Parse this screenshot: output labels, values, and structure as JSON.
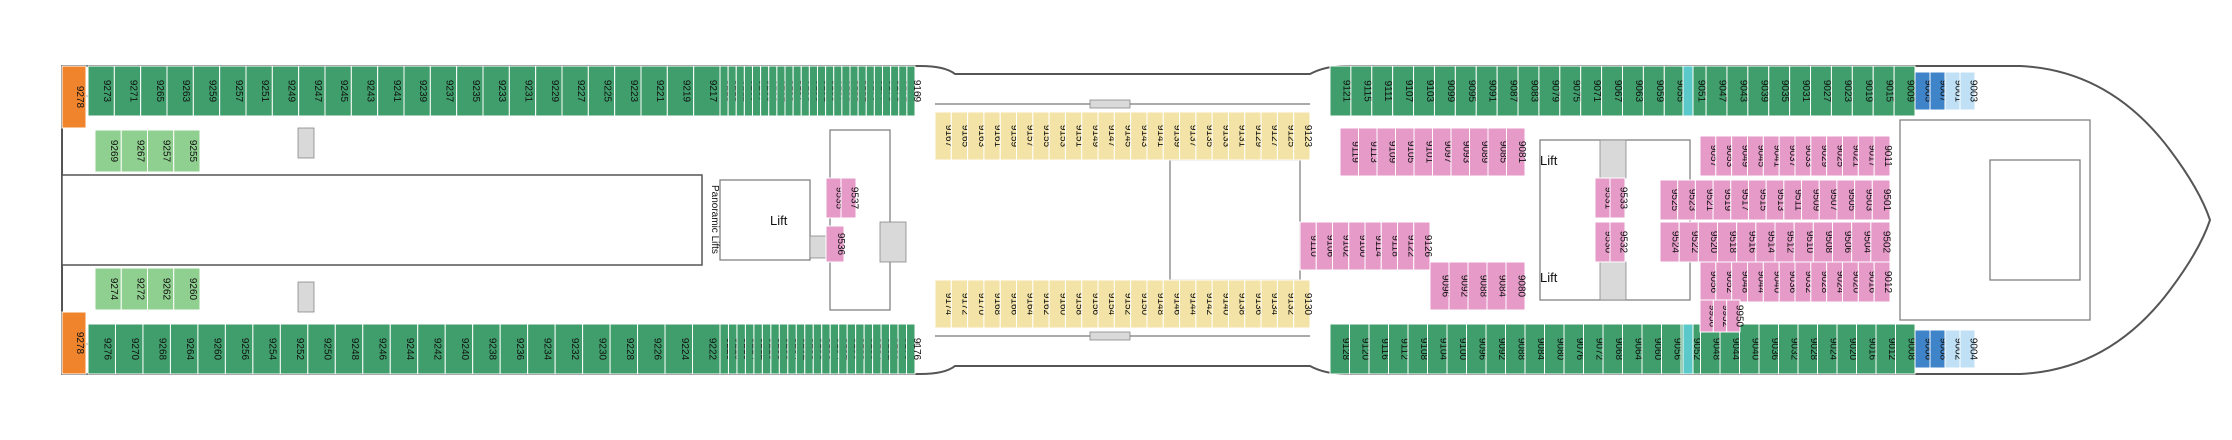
{
  "colors": {
    "green": "#3f9e6b",
    "green_light": "#8fcf8f",
    "yellow": "#f3e3a6",
    "pink": "#e59ac8",
    "orange": "#f0842c",
    "blue": "#3f84c9",
    "blue_light": "#bfe0f5",
    "teal": "#5bc9c9",
    "grey": "#8a8a8a"
  },
  "labels": {
    "panoramic_lifts": "Panoramic Lifts",
    "lift_a": "Lift",
    "lift_b": "Lift",
    "lift_c": "Lift"
  },
  "cabins": {
    "top_outer": [
      "9273",
      "9271",
      "9265",
      "9263",
      "9259",
      "9257",
      "9251",
      "9249",
      "9247",
      "9245",
      "9243",
      "9241",
      "9239",
      "9237",
      "9235",
      "9233",
      "9231",
      "9229",
      "9227",
      "9225",
      "9223",
      "9221",
      "9219",
      "9217",
      "9215",
      "9213",
      "9211",
      "9209",
      "9207",
      "9205",
      "9203",
      "9201",
      "9199",
      "9197",
      "9195",
      "9193",
      "9191",
      "9189",
      "9187",
      "9185",
      "9183",
      "9181",
      "9179",
      "9177",
      "9175",
      "9173",
      "9171",
      "9169"
    ],
    "top_outer_end": "9278",
    "top_inner_small": [
      "9269",
      "9267",
      "9257",
      "9255"
    ],
    "bottom_outer": [
      "9278",
      "9276",
      "9270",
      "9268",
      "9264",
      "9260",
      "9256",
      "9254",
      "9252",
      "9250",
      "9248",
      "9246",
      "9244",
      "9242",
      "9240",
      "9238",
      "9236",
      "9234",
      "9232",
      "9230",
      "9228",
      "9226",
      "9224",
      "9222",
      "9220",
      "9218",
      "9216",
      "9214",
      "9212",
      "9210",
      "9208",
      "9206",
      "9204",
      "9202",
      "9200",
      "9198",
      "9196",
      "9194",
      "9192",
      "9190",
      "9188",
      "9186",
      "9184",
      "9182",
      "9180",
      "9178",
      "9176"
    ],
    "bottom_inner_small": [
      "9274",
      "9272",
      "9262",
      "9260"
    ],
    "mid_top_yellow": [
      "9167",
      "9165",
      "9163",
      "9161",
      "9159",
      "9157",
      "9155",
      "9153",
      "9151",
      "9149",
      "9147",
      "9145",
      "9143",
      "9141",
      "9139",
      "9137",
      "9135",
      "9133",
      "9131",
      "9129",
      "9127",
      "9125",
      "9123"
    ],
    "mid_bottom_yellow": [
      "9174",
      "9172",
      "9170",
      "9168",
      "9166",
      "9164",
      "9162",
      "9160",
      "9158",
      "9156",
      "9154",
      "9152",
      "9150",
      "9148",
      "9146",
      "9144",
      "9142",
      "9140",
      "9138",
      "9136",
      "9134",
      "9132",
      "9130"
    ],
    "mid_center_pink": [
      "9535",
      "9537",
      "9536"
    ],
    "fwd_top_outer": [
      "9121",
      "9115",
      "9111",
      "9107",
      "9103",
      "9099",
      "9095",
      "9091",
      "9087",
      "9083",
      "9079",
      "9075",
      "9071",
      "9067",
      "9063",
      "9059",
      "9055",
      "9051",
      "9047",
      "9043",
      "9039",
      "9035",
      "9031",
      "9027",
      "9023",
      "9019",
      "9015",
      "9009"
    ],
    "fwd_bottom_outer": [
      "9128",
      "9120",
      "9116",
      "9112",
      "9108",
      "9104",
      "9100",
      "9096",
      "9092",
      "9088",
      "9084",
      "9080",
      "9076",
      "9072",
      "9068",
      "9064",
      "9060",
      "9056",
      "9052",
      "9048",
      "9044",
      "9040",
      "9036",
      "9032",
      "9028",
      "9024",
      "9020",
      "9016",
      "9012",
      "9008"
    ],
    "fwd_blue_top": [
      "9005",
      "9007"
    ],
    "fwd_blue_bottom": [
      "9006",
      "9008"
    ],
    "fwd_bluelight": [
      "9001",
      "9003",
      "9002",
      "9004"
    ],
    "fwd_pink_top_a": [
      "9119",
      "9113",
      "9109",
      "9105",
      "9101",
      "9097",
      "9093",
      "9089",
      "9085",
      "9081"
    ],
    "fwd_pink_bottom_a": [
      "9110",
      "9106",
      "9102",
      "9100",
      "9114",
      "9118",
      "9122",
      "9126",
      "9096",
      "9092",
      "9088",
      "9084",
      "9080"
    ],
    "fwd_pink_center": [
      "9531",
      "9533",
      "9530",
      "9532",
      "9529",
      "9527",
      "9528",
      "9526"
    ],
    "fwd_pink_top_b": [
      "9057",
      "9053",
      "9049",
      "9045",
      "9041",
      "9037",
      "9033",
      "9029",
      "9025",
      "9021",
      "9017",
      "9011",
      "9525",
      "9523",
      "9521",
      "9519",
      "9517",
      "9515",
      "9513",
      "9511",
      "9509",
      "9507",
      "9505",
      "9503",
      "9501"
    ],
    "fwd_pink_bottom_b": [
      "9524",
      "9522",
      "9520",
      "9518",
      "9516",
      "9514",
      "9512",
      "9510",
      "9508",
      "9506",
      "9504",
      "9502",
      "9056",
      "9052",
      "9048",
      "9044",
      "9040",
      "9036",
      "9032",
      "9028",
      "9024",
      "9020",
      "9016",
      "9012",
      "9956",
      "9952",
      "9950"
    ]
  }
}
